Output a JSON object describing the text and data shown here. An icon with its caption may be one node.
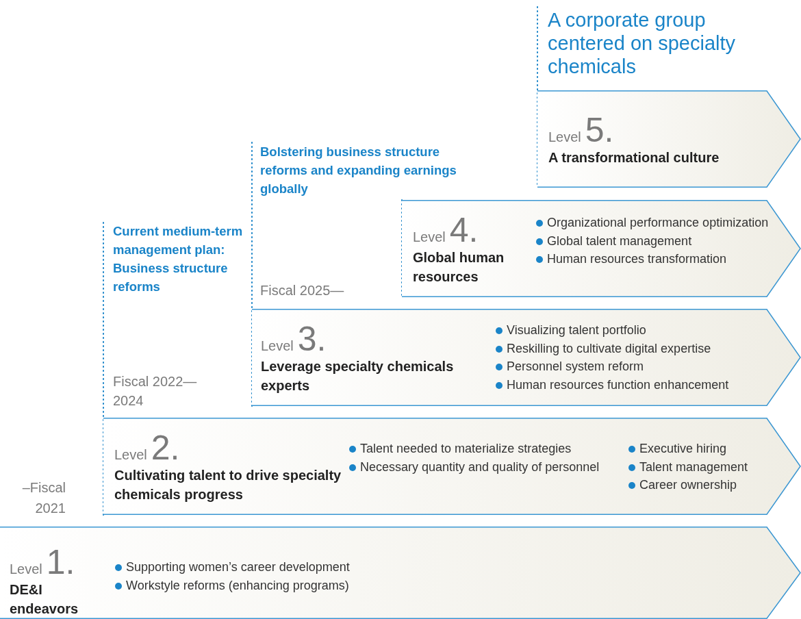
{
  "diagram": {
    "nodes": [
      {
        "text": [
          "Level",
          "5.",
          "A transformational culture"
        ]
      },
      {
        "text": [
          "Level",
          "4.",
          "Global human resources",
          "Organizational performance optimization",
          "Global talent management",
          "Human resources transformation"
        ]
      },
      {
        "text": [
          "Level",
          "3.",
          "Leverage specialty chemicals experts",
          "Visualizing talent portfolio",
          "Reskilling to cultivate digital expertise",
          "Personnel system reform",
          "Human resources function enhancement"
        ]
      },
      {
        "text": [
          "Level",
          "2.",
          "Cultivating talent to drive specialty chemicals progress",
          "Talent needed to materialize strategies",
          "Necessary quantity and quality of personnel",
          "Executive hiring",
          "Talent management",
          "Career ownership"
        ]
      },
      {
        "text": [
          "Level",
          "1.",
          "DE&I endeavors",
          "Supporting women’s career development",
          "Workstyle reforms (enhancing programs)"
        ]
      }
    ],
    "labels": [
      "A corporate group centered on specialty chemicals",
      "Bolstering business structure reforms and expanding earnings globally",
      "Current medium-term management plan: Business structure reforms",
      "Fiscal 2025—",
      "Fiscal 2022—2024",
      "–Fiscal 2021"
    ]
  }
}
